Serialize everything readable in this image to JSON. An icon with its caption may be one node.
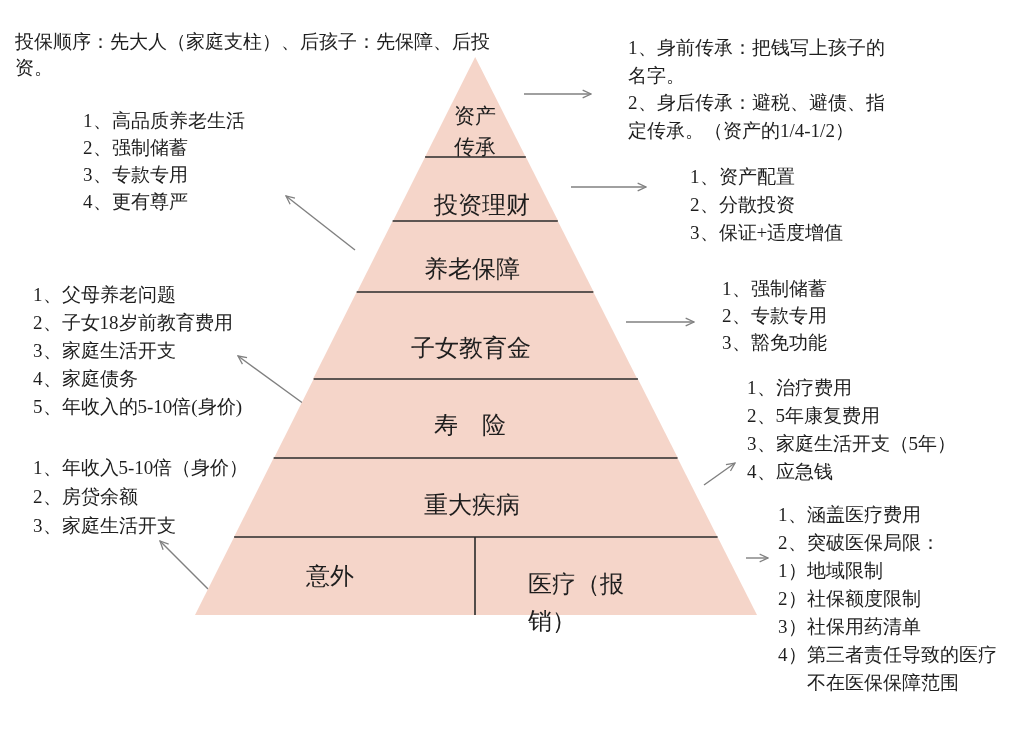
{
  "diagram": {
    "nodes": [
      {
        "text": [
          "资产传承"
        ]
      },
      {
        "text": [
          "投资理财"
        ]
      },
      {
        "text": [
          "养老保障"
        ]
      },
      {
        "text": [
          "子女教育金"
        ]
      },
      {
        "text": [
          "寿　险"
        ]
      },
      {
        "text": [
          "重大疾病"
        ]
      },
      {
        "text": [
          "意外"
        ]
      },
      {
        "text": [
          "医疗（报销）"
        ]
      },
      {
        "text": [
          "1、身前传承：把钱写上孩子的名字。",
          "2、身后传承：避税、避债、指定传承。（资产的1/4-1/2）"
        ]
      },
      {
        "text": [
          "1、资产配置",
          "2、分散投资",
          "3、保证+适度增值"
        ]
      },
      {
        "text": [
          "1、高品质养老生活",
          "2、强制储蓄",
          "3、专款专用",
          "4、更有尊严"
        ]
      },
      {
        "text": [
          "1、强制储蓄",
          "2、专款专用",
          "3、豁免功能"
        ]
      },
      {
        "text": [
          "1、父母养老问题",
          "2、子女18岁前教育费用",
          "3、家庭生活开支",
          "4、家庭债务",
          "5、年收入的5-10倍(身价)"
        ]
      },
      {
        "text": [
          "1、治疗费用",
          "2、5年康复费用",
          "3、家庭生活开支（5年）",
          "4、应急钱"
        ]
      },
      {
        "text": [
          "1、年收入5-10倍（身价）",
          "2、房贷余额",
          "3、家庭生活开支"
        ]
      },
      {
        "text": [
          "1、涵盖医疗费用",
          "2、突破医保局限：",
          "1）地域限制",
          "2）社保额度限制",
          "3）社保用药清单",
          "4）第三者责任导致的医疗不在医保保障范围"
        ]
      }
    ],
    "edges": [
      {
        "from": 0,
        "to": 8,
        "arrow": "to"
      },
      {
        "from": 1,
        "to": 9,
        "arrow": "to"
      },
      {
        "from": 2,
        "to": 10,
        "arrow": "to"
      },
      {
        "from": 3,
        "to": 11,
        "arrow": "to"
      },
      {
        "from": 4,
        "to": 12,
        "arrow": "to"
      },
      {
        "from": 5,
        "to": 13,
        "arrow": "to"
      },
      {
        "from": 6,
        "to": 14,
        "arrow": "to"
      },
      {
        "from": 7,
        "to": 15,
        "arrow": "to"
      }
    ],
    "labels": [
      "投保顺序：先大人（家庭支柱）、后孩子：先保障、后投资。"
    ]
  }
}
